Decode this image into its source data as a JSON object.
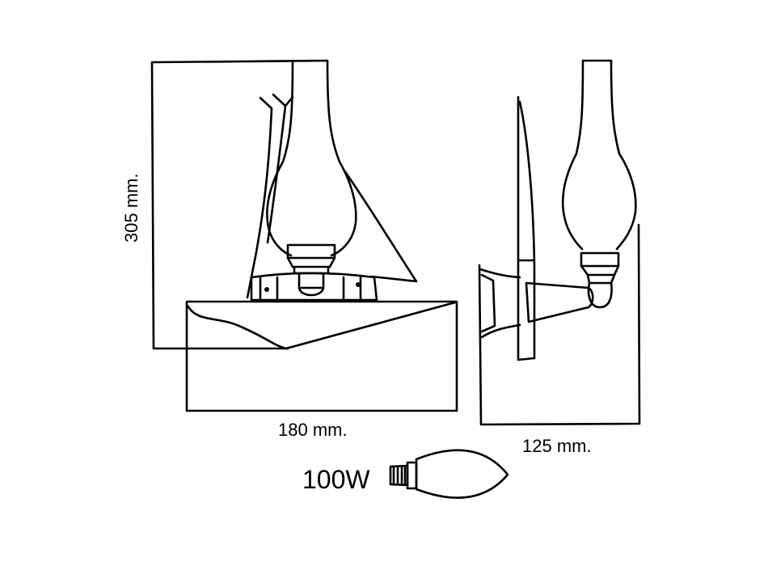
{
  "diagram": {
    "subject": "wall lamp technical drawing",
    "views": [
      {
        "name": "front-view",
        "dimensions": {
          "width": "180 mm.",
          "height": "305 mm."
        }
      },
      {
        "name": "side-view",
        "dimensions": {
          "depth": "125 mm."
        }
      }
    ],
    "labels": {
      "width": "180 mm.",
      "depth": "125 mm.",
      "height": "305 mm."
    },
    "bulb": {
      "wattage": "100W",
      "icon": "candle-bulb-icon"
    },
    "colors": {
      "line": "#000000",
      "background": "#ffffff"
    }
  }
}
